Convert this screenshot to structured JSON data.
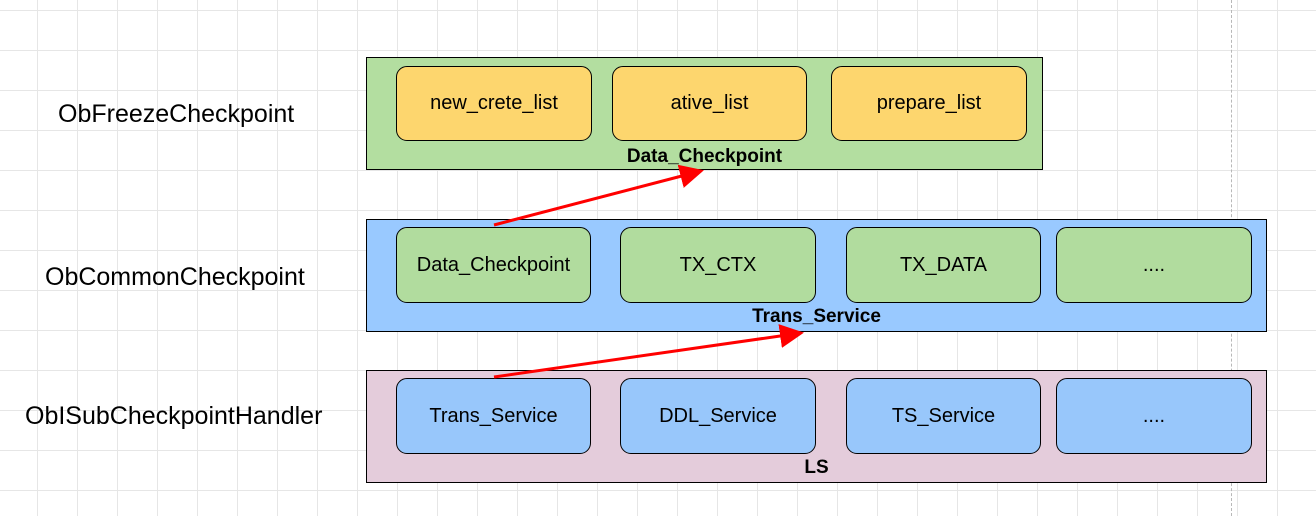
{
  "colors": {
    "green": "#b3dea0",
    "yellow": "#fdd66e",
    "blue": "#99c9ff",
    "pink": "#e4ccdb",
    "arrow": "#ff0000",
    "inner_blue": "#98c7fb",
    "inner_green": "#b1dc9e"
  },
  "layers": {
    "freeze": {
      "label": "ObFreezeCheckpoint",
      "container_title": "Data_Checkpoint",
      "boxes": [
        "new_crete_list",
        "ative_list",
        "prepare_list"
      ]
    },
    "common": {
      "label": "ObCommonCheckpoint",
      "container_title": "Trans_Service",
      "boxes": [
        "Data_Checkpoint",
        "TX_CTX",
        "TX_DATA",
        "...."
      ]
    },
    "handler": {
      "label": "ObISubCheckpointHandler",
      "container_title": "LS",
      "boxes": [
        "Trans_Service",
        "DDL_Service",
        "TS_Service",
        "...."
      ]
    }
  }
}
